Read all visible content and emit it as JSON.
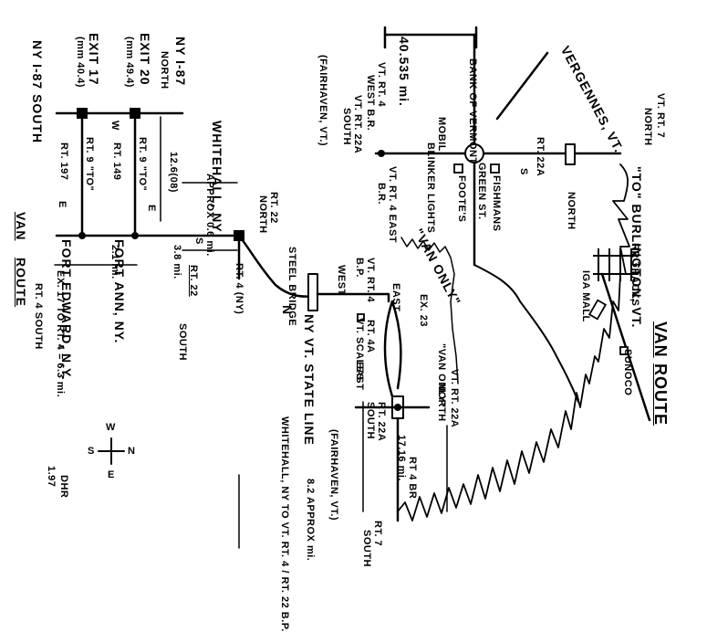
{
  "title": {
    "van": "VAN",
    "route": "ROUTE"
  },
  "towns": {
    "vergennes": "VERGENNES, VT.",
    "burlington": "\"TO\" BURLINGTON, VT.",
    "whitehall": "WHITEHALL, NY",
    "fort_ann": "FORT ANN, NY.",
    "fort_edward": "FORT EDWARD, N.Y.",
    "fairhaven_a": "(FAIRHAVEN, VT.)",
    "fairhaven_b": "(FAIRHAVEN, VT.)"
  },
  "highways": {
    "i87_north": "NY I-87",
    "i87_north_dir": "NORTH",
    "i87_south": "NY I-87 SOUTH",
    "exit17": "EXIT 17",
    "exit17_mm": "(mm 40.4)",
    "exit20": "EXIT 20",
    "exit20_mm": "(mm 49.4)",
    "rt9_top": "RT. 9 \"TO\"",
    "rt149": "RT. 149",
    "rt9_bottom": "RT. 9 \"TO\"",
    "rt197": "RT. 197",
    "rt22_north": "RT. 22",
    "rt22_north_dir": "NORTH",
    "rt22_south": "RT. 22",
    "rt22_south_dir": "SOUTH",
    "rt4_ny": "RT. 4 (NY)",
    "rt4_south": "RT. 4 SOUTH",
    "vt7_north": "VT. RT. 7",
    "vt7_north_dir": "NORTH",
    "vt4_westbr": "VT. RT. 4",
    "vt4_westbr_dir": "WEST B.R.",
    "vt22a_south": "VT. RT. 22A",
    "vt22a_south_dir": "SOUTH",
    "vt4_eastbr": "VT. RT. 4 EAST",
    "vt4_eastbr_dir": "B.R.",
    "rt22a_mid": "RT. 22A",
    "vt4_bp": "VT. RT. 4",
    "vt4_bp_dir": "B.P.",
    "vt4_bp_east": "EAST",
    "vt4_bp_west": "WEST",
    "vt22a_north": "VT. RT. 22A",
    "vt22a_north_dir": "NORTH",
    "vt4a_east": "RT. 4A",
    "vt4a_east_dir": "EAST",
    "rt22a_south2": "RT. 22A",
    "rt22a_south2_dir": "SOUTH",
    "rt4br": "RT 4 BR",
    "ex23": "EX. 23",
    "rt7_south": "RT. 7",
    "rt7_south_dir": "SOUTH"
  },
  "distances": {
    "d12_6": "12.6(08)",
    "approx_0_6": "APPROX 0.6 mi.",
    "d2_1": "2.1 mi.",
    "d3_8": "3.8 mi.",
    "ex17_to_rt4": "EX. 17 TO RT. 4 = 6.3 mi.",
    "d40_535": "40.535 mi.",
    "d17_16": "17.16 mi.",
    "d8_2": "8.2 APPROX mi."
  },
  "landmarks": {
    "bank": "BANK OF VERMONT",
    "mobil": "MOBIL",
    "blinker": "BLINKER LIGHTS",
    "footes": "FOOTE'S",
    "fishmans": "FISHMANS",
    "green_st": "GREEN ST.",
    "iga": "IGA MALL",
    "rr_tracks": "RR TRACKS",
    "sunoco": "SUNOCO",
    "van_only": "\"VAN ONLY\"",
    "van_only2": "\"VAN ONLY\"",
    "steel_bridge": "STEEL BRIDGE",
    "ny_vt_line": "NY VT. STATE LINE",
    "scales": "VT. SCALES",
    "wh_to_vt4": "WHITEHALL, NY TO VT. RT. 4 / RT. 22 B.P."
  },
  "compass": {
    "n": "N",
    "s": "S",
    "e": "E",
    "w": "W"
  },
  "signature": {
    "initials": "DHR",
    "year": "1.97"
  },
  "labels_small": {
    "n_wh": "N",
    "s_wh": "S",
    "north_7": "NORTH",
    "s_22a": "S",
    "e_small": "E",
    "w_small": "W",
    "e_small2": "E"
  }
}
